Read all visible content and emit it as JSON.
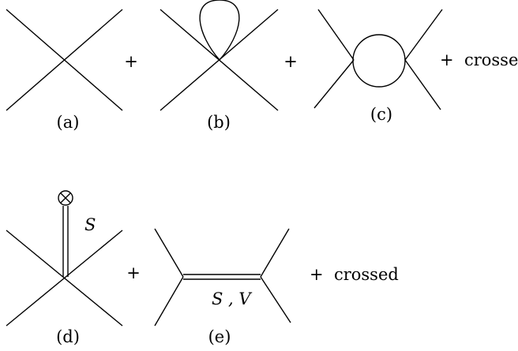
{
  "diagrams": {
    "a": {
      "label": "(a)"
    },
    "b": {
      "label": "(b)"
    },
    "c": {
      "label": "(c)"
    },
    "d": {
      "label": "(d)",
      "line_label": "S"
    },
    "e": {
      "label": "(e)",
      "line_label": "S , V"
    }
  },
  "operators": {
    "plus_ab": "+",
    "plus_bc": "+",
    "crossed_row1": "+  crossed",
    "plus_de": "+",
    "crossed_row2": "+  crossed"
  }
}
